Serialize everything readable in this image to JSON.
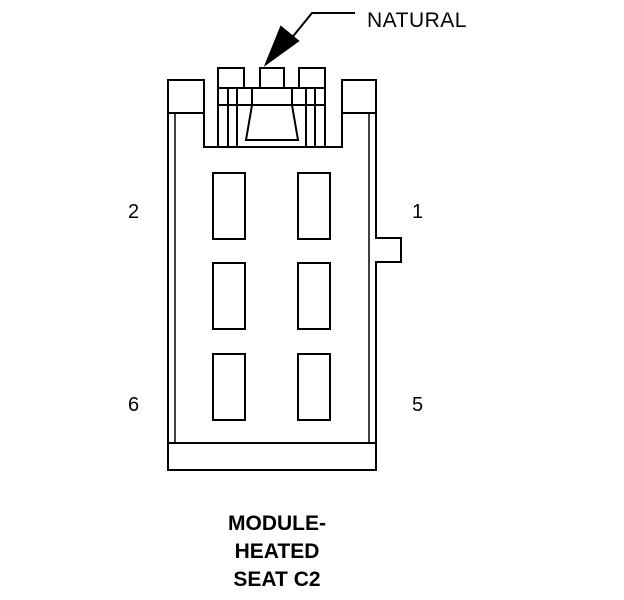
{
  "callout": {
    "natural_label": "NATURAL"
  },
  "pins": {
    "p2": "2",
    "p1": "1",
    "p6": "6",
    "p5": "5"
  },
  "title": {
    "line1": "MODULE-",
    "line2": "HEATED",
    "line3": "SEAT C2"
  },
  "colors": {
    "ink": "#000000",
    "paper": "#ffffff"
  }
}
